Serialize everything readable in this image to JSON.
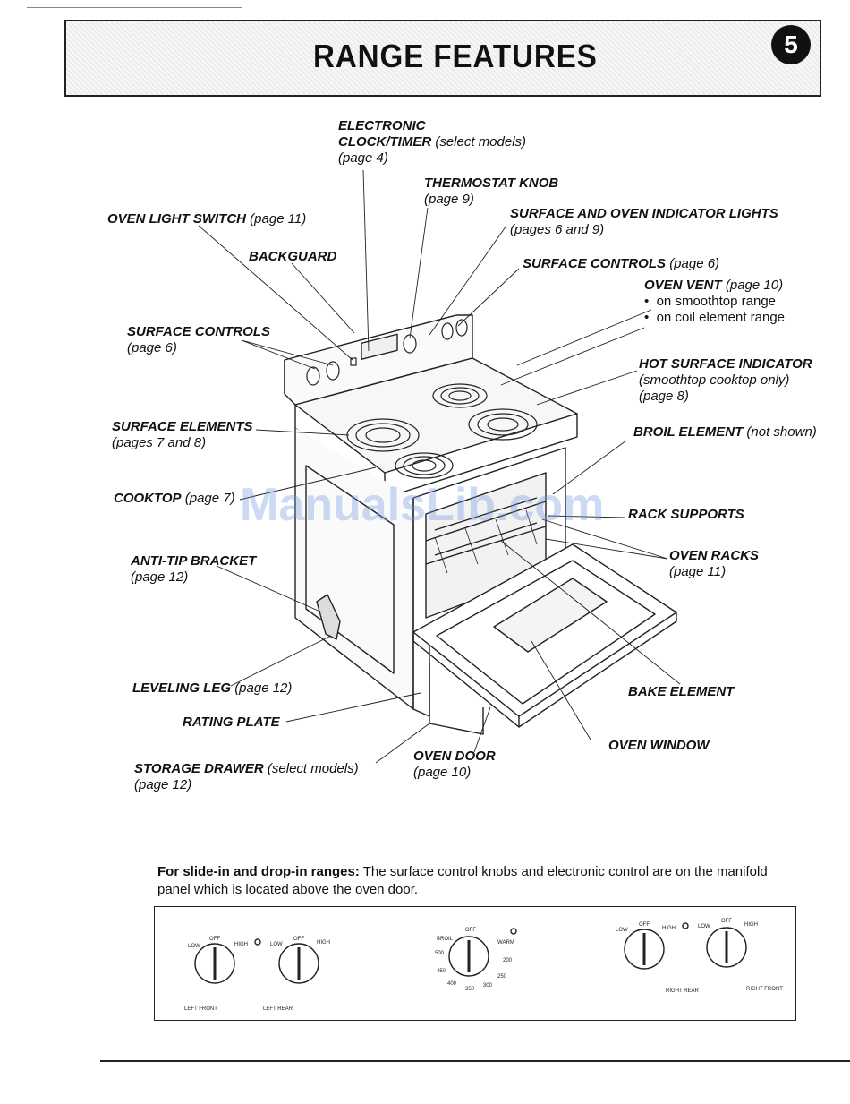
{
  "header": {
    "title": "RANGE FEATURES",
    "page_number": "5"
  },
  "labels": {
    "clock": {
      "line1": "ELECTRONIC",
      "line2": "CLOCK/TIMER",
      "note": "(select models)",
      "page": "(page 4)"
    },
    "thermostat": {
      "name": "THERMOSTAT KNOB",
      "page": "(page 9)"
    },
    "oven_light": {
      "name": "OVEN LIGHT SWITCH",
      "page": "(page 11)"
    },
    "indicator_lights": {
      "name": "SURFACE AND OVEN INDICATOR LIGHTS",
      "page": "(pages 6 and 9)"
    },
    "backguard": {
      "name": "BACKGUARD"
    },
    "surface_controls_right": {
      "name": "SURFACE CONTROLS",
      "page": "(page 6)"
    },
    "oven_vent": {
      "name": "OVEN VENT",
      "page": "(page 10)",
      "bullet1": "on smoothtop range",
      "bullet2": "on coil element range"
    },
    "surface_controls_left": {
      "name": "SURFACE CONTROLS",
      "page": "(page 6)"
    },
    "hot_surface": {
      "name": "HOT SURFACE INDICATOR",
      "note": "(smoothtop cooktop only)",
      "page": "(page 8)"
    },
    "surface_elements": {
      "name": "SURFACE ELEMENTS",
      "page": "(pages 7 and 8)"
    },
    "broil": {
      "name": "BROIL ELEMENT",
      "note": "(not shown)"
    },
    "cooktop": {
      "name": "COOKTOP",
      "page": "(page 7)"
    },
    "rack_supports": {
      "name": "RACK SUPPORTS"
    },
    "anti_tip": {
      "name": "ANTI-TIP BRACKET",
      "page": "(page 12)"
    },
    "oven_racks": {
      "name": "OVEN RACKS",
      "page": "(page 11)"
    },
    "leveling_leg": {
      "name": "LEVELING LEG",
      "page": "(page 12)"
    },
    "bake": {
      "name": "BAKE ELEMENT"
    },
    "rating_plate": {
      "name": "RATING PLATE"
    },
    "oven_window": {
      "name": "OVEN WINDOW"
    },
    "oven_door": {
      "name": "OVEN DOOR",
      "page": "(page 10)"
    },
    "storage_drawer": {
      "name": "STORAGE DRAWER",
      "note": "(select models)",
      "page": "(page 12)"
    }
  },
  "watermark": "ManualsLib.com",
  "note": {
    "bold": "For slide-in and drop-in ranges:",
    "text": "The surface control knobs and electronic control are on the manifold panel which is located above the oven door."
  },
  "panel": {
    "surface_knob": {
      "off": "OFF",
      "low": "LOW",
      "high": "HIGH"
    },
    "oven_knob": {
      "off": "OFF",
      "broil": "BROIL",
      "warm": "WARM",
      "t500": "500",
      "t450": "450",
      "t400": "400",
      "t350": "350",
      "t300": "300",
      "t250": "250",
      "t200": "200"
    },
    "positions": {
      "left_front": "LEFT FRONT",
      "left_rear": "LEFT REAR",
      "right_rear": "RIGHT REAR",
      "right_front": "RIGHT FRONT"
    }
  }
}
